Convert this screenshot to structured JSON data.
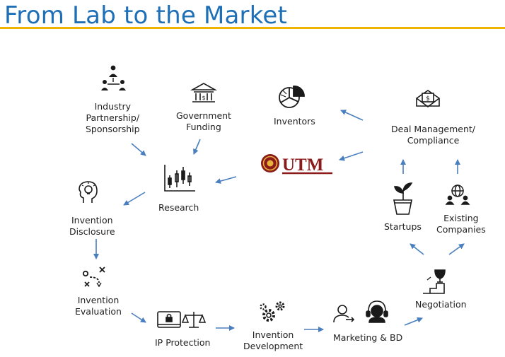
{
  "title": "From Lab to the Market",
  "nodes": {
    "industry": [
      "Industry",
      "Partnership/",
      "Sponsorship"
    ],
    "government": [
      "Government",
      "Funding"
    ],
    "inventors": [
      "Inventors"
    ],
    "deal": [
      "Deal Management/",
      "Compliance"
    ],
    "research": [
      "Research"
    ],
    "disclosure": [
      "Invention",
      "Disclosure"
    ],
    "evaluation": [
      "Invention",
      "Evaluation"
    ],
    "ip": [
      "IP Protection"
    ],
    "development": [
      "Invention",
      "Development"
    ],
    "marketing": [
      "Marketing & BD"
    ],
    "negotiation": [
      "Negotiation"
    ],
    "startups": [
      "Startups"
    ],
    "existing": [
      "Existing",
      "Companies"
    ]
  },
  "logo": {
    "text": "UTM",
    "color": "#8b1a1a"
  },
  "colors": {
    "title": "#1d6fb8",
    "rule": "#f0b400",
    "arrow": "#4a7fbf"
  }
}
